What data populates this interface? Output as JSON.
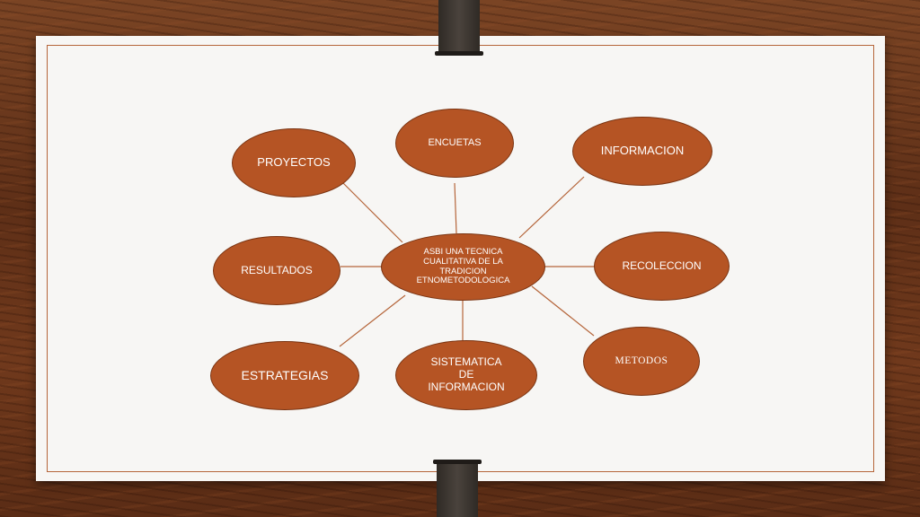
{
  "diagram": {
    "center": "ASBI UNA TECNICA CUALITATIVA DE LA TRADICION ETNOMETODOLOGICA",
    "nodes": {
      "proyectos": "PROYECTOS",
      "encuetas": "ENCUETAS",
      "informacion": "INFORMACION",
      "resultados": "RESULTADOS",
      "recoleccion": "RECOLECCION",
      "estrategias": "ESTRATEGIAS",
      "sistematica": "SISTEMATICA\nDE\nINFORMACION",
      "metodos": "METODOS"
    }
  },
  "colors": {
    "node_fill": "#b55424",
    "node_border": "#7a3412",
    "connector": "#b5653a",
    "frame": "#b5653a"
  }
}
